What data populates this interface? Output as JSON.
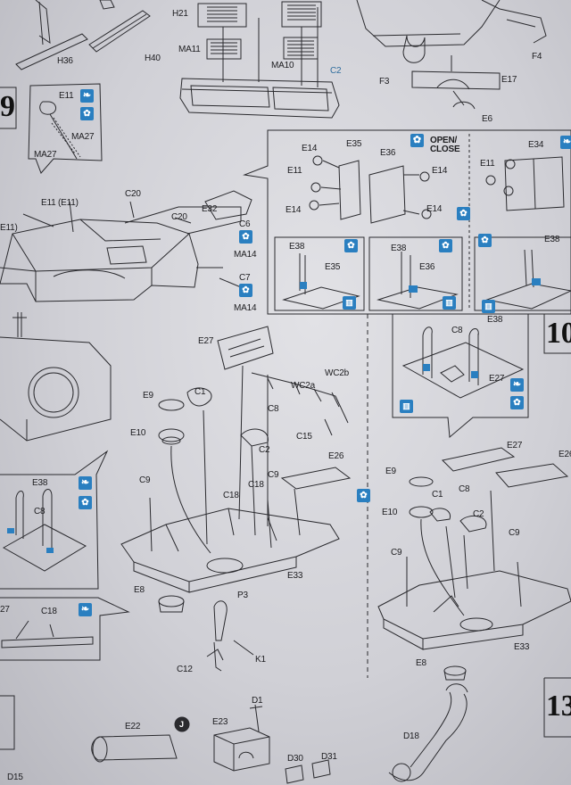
{
  "sheet": {
    "paper_color": "#dcdce1",
    "ink_color": "#1c1c1f",
    "icon_color": "#2a7fc0",
    "accent_label_color": "#2f6d9e"
  },
  "steps": {
    "s9": "9",
    "s10": "10",
    "s13": "13"
  },
  "open_close": {
    "line1": "OPEN/",
    "line2": "CLOSE"
  },
  "labels": {
    "h21": "H21",
    "ma11": "MA11",
    "ma10": "MA10",
    "h36": "H36",
    "h40": "H40",
    "c2_blue": "C2",
    "f3": "F3",
    "f4": "F4",
    "e17": "E17",
    "e6": "E6",
    "e11_a": "E11",
    "ma27_a": "MA27",
    "ma27_b": "MA27",
    "e11_e11": "E11 (E11)",
    "e11_edge": "E11)",
    "c20_a": "C20",
    "c20_b": "C20",
    "e32": "E32",
    "c6": "C6",
    "ma14_a": "MA14",
    "c7": "C7",
    "ma14_b": "MA14",
    "e14_a": "E14",
    "e35_top": "E35",
    "e11_b": "E11",
    "e14_b": "E14",
    "e36": "E36",
    "e14_c": "E14",
    "e14_d": "E14",
    "e34": "E34",
    "e11_c": "E11",
    "e38_a": "E38",
    "e35_b": "E35",
    "e38_b": "E38",
    "e36_b": "E36",
    "e38_c": "E38",
    "e27_a": "E27",
    "c1_a": "C1",
    "e9_a": "E9",
    "c8_a": "C8",
    "wc2a": "WC2a",
    "wc2b": "WC2b",
    "e10_a": "E10",
    "c2_a": "C2",
    "c15": "C15",
    "e26_a": "E26",
    "c9_a": "C9",
    "c18_a": "C18",
    "c18_b": "C18",
    "c9_b": "C9",
    "e33_a": "E33",
    "e8_a": "E8",
    "p3": "P3",
    "k1": "K1",
    "c12": "C12",
    "e38_d": "E38",
    "c8_b": "C8",
    "e27_b": "E27",
    "e38_left": "E38",
    "c8_left": "C8",
    "e27_c": "E27",
    "e26_b": "E26",
    "e9_b": "E9",
    "c8_c": "C8",
    "c1_b": "C1",
    "e10_b": "E10",
    "c2_b": "C2",
    "c9_c": "C9",
    "c9_d": "C9",
    "e33_b": "E33",
    "e8_b": "E8",
    "n27": "27",
    "c18_c": "C18",
    "d1": "D1",
    "e22": "E22",
    "e23": "E23",
    "d30": "D30",
    "d31": "D31",
    "d18": "D18",
    "d15": "D15",
    "j": "J"
  },
  "icons": {
    "glue": "glue-drop-icon",
    "option": "option-icon",
    "paint": "paint-stripes-icon"
  }
}
